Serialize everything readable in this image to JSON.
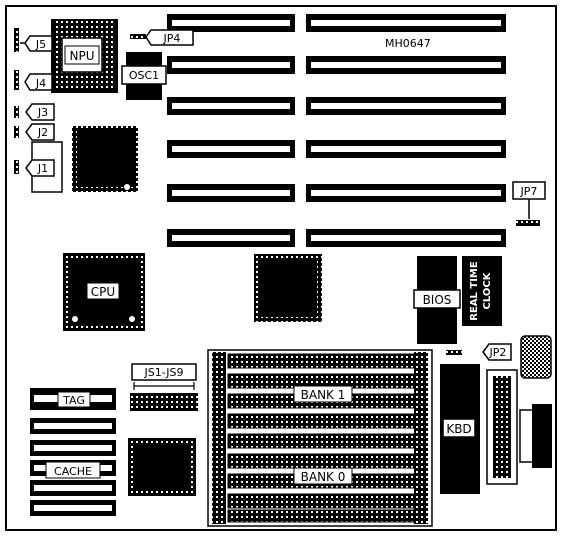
{
  "board": {
    "model": "MH0647",
    "labels": {
      "npu": "NPU",
      "osc": "OSC1",
      "cpu": "CPU",
      "bios": "BIOS",
      "rtc_line1": "REAL TIME",
      "rtc_line2": "CLOCK",
      "kbd": "KBD",
      "tag": "TAG",
      "cache": "CACHE",
      "bank1": "BANK 1",
      "bank0": "BANK 0",
      "js": "JS1-JS9"
    },
    "jumpers": {
      "jp4": "JP4",
      "jp7": "JP7",
      "jp2": "JP2",
      "j5": "J5",
      "j4": "J4",
      "j3": "J3",
      "j2": "J2",
      "j1": "J1"
    }
  },
  "colors": {
    "ink": "#000000",
    "paper": "#ffffff"
  }
}
